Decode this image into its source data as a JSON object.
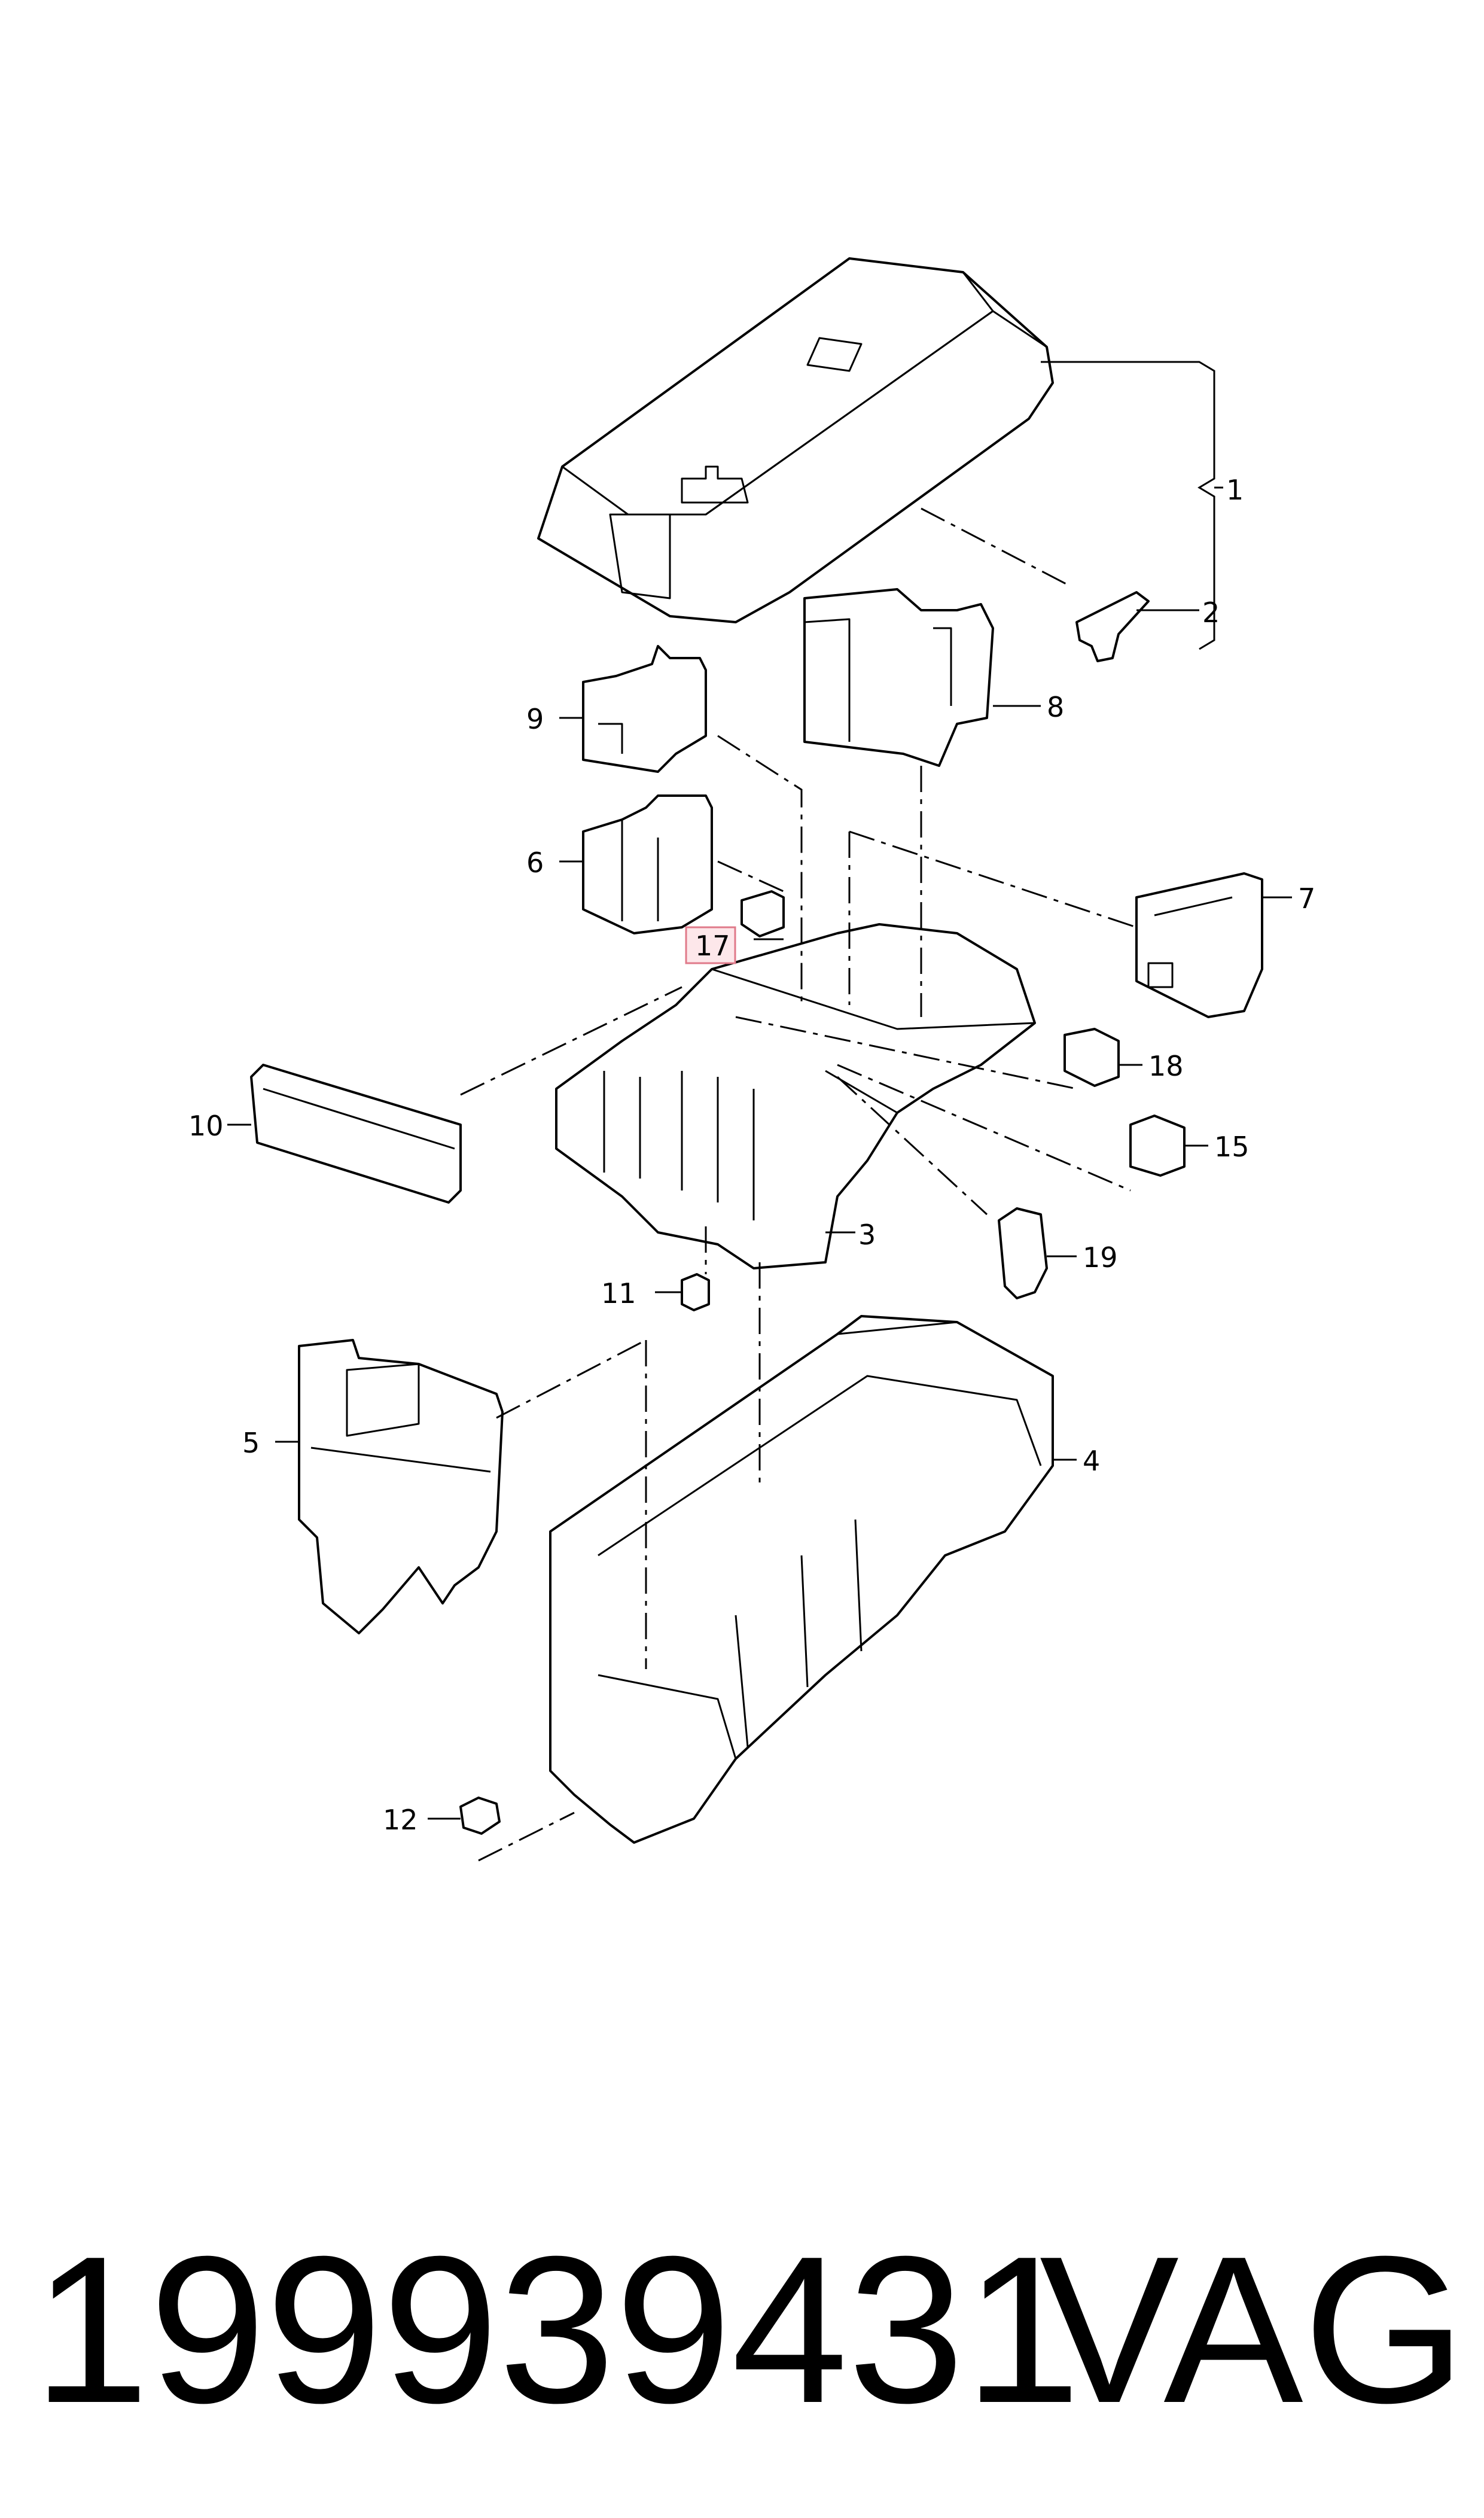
{
  "callouts": {
    "c1": "1",
    "c2": "2",
    "c3": "3",
    "c4": "4",
    "c5": "5",
    "c6": "6",
    "c7": "7",
    "c8": "8",
    "c9": "9",
    "c10": "10",
    "c11": "11",
    "c12": "12",
    "c15": "15",
    "c17": "17",
    "c18": "18",
    "c19": "19"
  },
  "highlighted_callout": "17",
  "highlight_color": "#fde7ea",
  "footer": {
    "part_number": "199939431",
    "brand": "VAG"
  }
}
